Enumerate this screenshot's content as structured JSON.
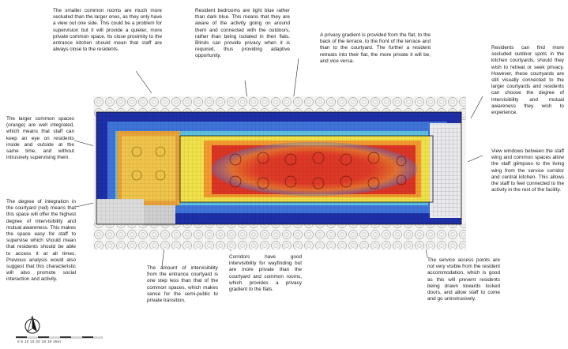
{
  "annotations": {
    "smaller_rooms": "The smaller common rooms are much more secluded than the larger ones, as they only have a view out one side. This could be a problem for supervision but it will provide a quieter, more private common space. Its close proximity to the entrance kitchen should mean that staff are always close to the residents.",
    "bedrooms": "Resident bedrooms are light blue rather than dark blue. This means that they are aware of the activity going on around them and connected with the outdoors, rather than being isolated in their flats. Blinds can provide privacy when it is required, thus providing adaptive opportunity.",
    "privacy_gradient": "A privacy gradient is provided from the flat, to the back of the terrace, to the front of the terrace and than to the courtyard. The further a resident retreats into their flat, the more private it will be, and vice versa.",
    "outdoor_spots": "Residents can find more secluded outdoor spots in the kitchen courtyards, should they wish to retreat or seek privacy. However, these courtyards are still visually connected to the larger courtyards and residents can choose the degree of intervisibility and mutual awareness they wish to experience.",
    "larger_spaces": "The larger common spaces (orange) are well integrated, which means that staff can keep an eye on residents inside and outside at the same time, and without intrusively supervising them.",
    "view_windows": "View windows between the staff wing and common spaces allow the staff glimpses to the living wing from the service corridor and central kitchen. This allows the staff to feel connected to the activity in the rest of the facility.",
    "integration": "The degree of integration in the courtyard (red) means that this space will offer the highest degree of intervisibility and mutual awareness. This makes the space easy for staff to supervise which should mean that residents should be able to access it at all times. Previous analysis would also suggest that this characteristic will also promote social interaction and activity.",
    "intervisibility": "The amount of intervisibility from the entrance courtyard is one step less than that of the common spaces, which makes sense for the semi-public to private transition.",
    "corridors": "Corridors have good intervisibility for wayfinding but are more private than the courtyard and common rooms, which provides a privacy gradient to the flats.",
    "service_access": "The service access points are not very visible from the resident accommodation, which is good as this will prevent residents being drawn towards locked doors, and allow staff to come and go uninstrusively."
  },
  "scale_bar": "0   5   10   15   20   25   30   35m",
  "north_arrow": "north-arrow-icon",
  "heatmap_colors": [
    "#1e2fa8",
    "#3f74d9",
    "#5ec0e0",
    "#9ed97a",
    "#f0e14a",
    "#f29a2e",
    "#dc3525"
  ]
}
